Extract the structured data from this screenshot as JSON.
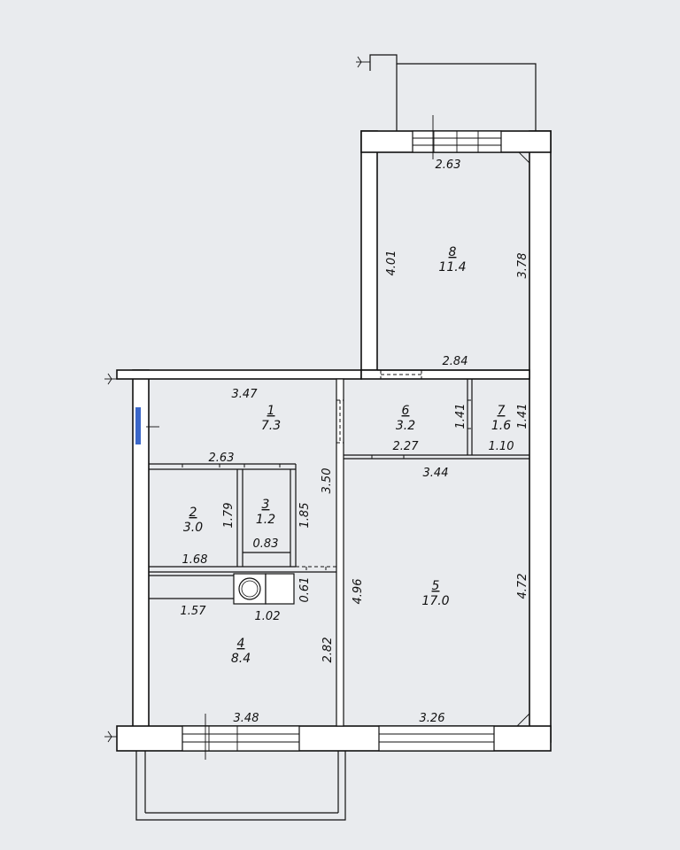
{
  "rooms": [
    {
      "id": "1",
      "number": "1",
      "area": "7.3"
    },
    {
      "id": "2",
      "number": "2",
      "area": "3.0"
    },
    {
      "id": "3",
      "number": "3",
      "area": "1.2"
    },
    {
      "id": "4",
      "number": "4",
      "area": "8.4"
    },
    {
      "id": "5",
      "number": "5",
      "area": "17.0"
    },
    {
      "id": "6",
      "number": "6",
      "area": "3.2"
    },
    {
      "id": "7",
      "number": "7",
      "area": "1.6"
    },
    {
      "id": "8",
      "number": "8",
      "area": "11.4"
    }
  ],
  "dimensions": {
    "room8_top": "2.63",
    "room8_left": "4.01",
    "room8_right": "3.78",
    "room8_bottom": "2.84",
    "room1_top": "3.47",
    "room1_bottom": "2.63",
    "room1_right": "3.50",
    "room6_height": "1.41",
    "room6_bottom": "2.27",
    "room7_height": "1.41",
    "room7_bottom": "1.10",
    "room5_top": "3.44",
    "room5_left": "4.96",
    "room5_right": "4.72",
    "room5_bottom": "3.26",
    "room2_height": "1.79",
    "room2_bottom": "1.68",
    "room3_height": "1.85",
    "room3_width": "0.83",
    "duct_height": "0.61",
    "kitchen_left_width": "1.57",
    "kitchen_right_width": "1.02",
    "room4_height": "2.82",
    "room4_bottom": "3.48"
  }
}
